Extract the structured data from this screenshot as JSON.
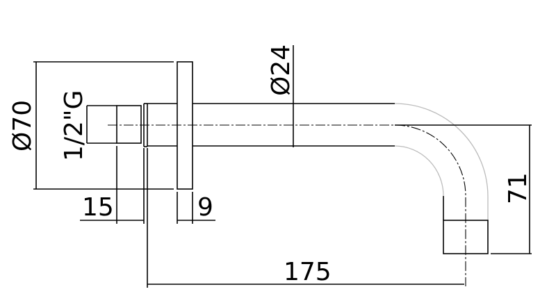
{
  "dimensions": {
    "flange_diameter": "Ø70",
    "thread": "1/2\"G",
    "pipe_diameter": "Ø24",
    "thread_length": "15",
    "flange_thickness": "9",
    "projection": "175",
    "drop": "71"
  },
  "colors": {
    "line": "#000000",
    "hidden_arc": "#bbbbbb"
  }
}
